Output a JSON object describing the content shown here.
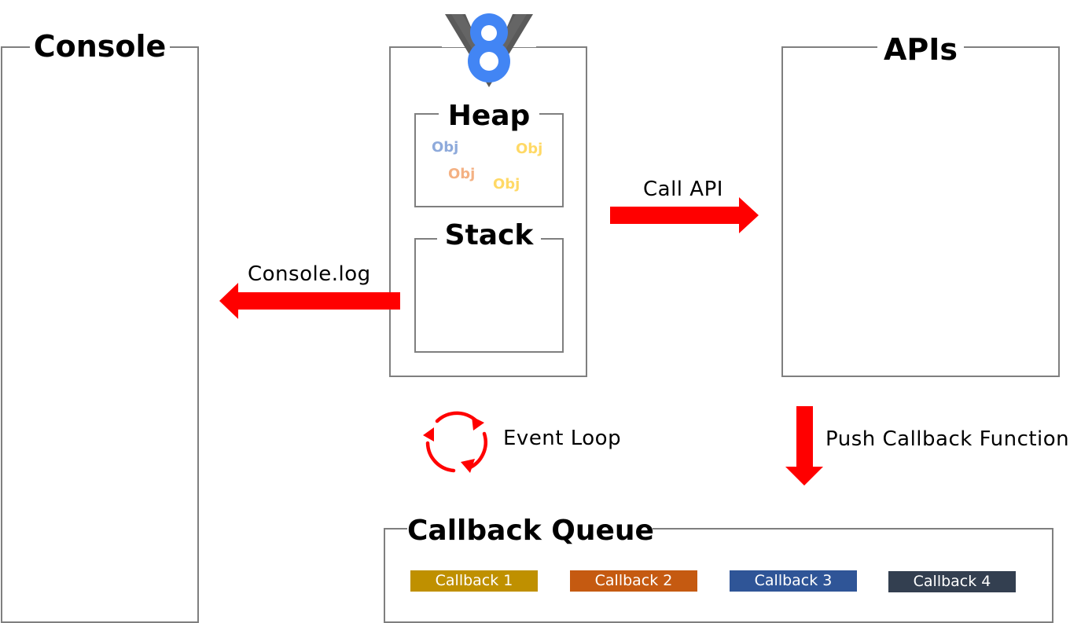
{
  "console": {
    "title": "Console"
  },
  "engine": {
    "logo_icon": "v8-logo",
    "heap": {
      "title": "Heap",
      "objects": [
        {
          "label": "Obj",
          "color": "#8eaadb"
        },
        {
          "label": "Obj",
          "color": "#ffd966"
        },
        {
          "label": "Obj",
          "color": "#f4b183"
        },
        {
          "label": "Obj",
          "color": "#ffd966"
        }
      ]
    },
    "stack": {
      "title": "Stack"
    }
  },
  "apis": {
    "title": "APIs"
  },
  "arrows": {
    "call_api": "Call API",
    "console_log": "Console.log",
    "push_callback": "Push Callback Function",
    "color": "#ff0000"
  },
  "event_loop": {
    "label": "Event Loop",
    "icon": "cycle-icon"
  },
  "callback_queue": {
    "title": "Callback Queue",
    "items": [
      {
        "label": "Callback 1",
        "color": "#bf9000"
      },
      {
        "label": "Callback 2",
        "color": "#c55a11"
      },
      {
        "label": "Callback 3",
        "color": "#2f5597"
      },
      {
        "label": "Callback 4",
        "color": "#333f50"
      }
    ]
  }
}
